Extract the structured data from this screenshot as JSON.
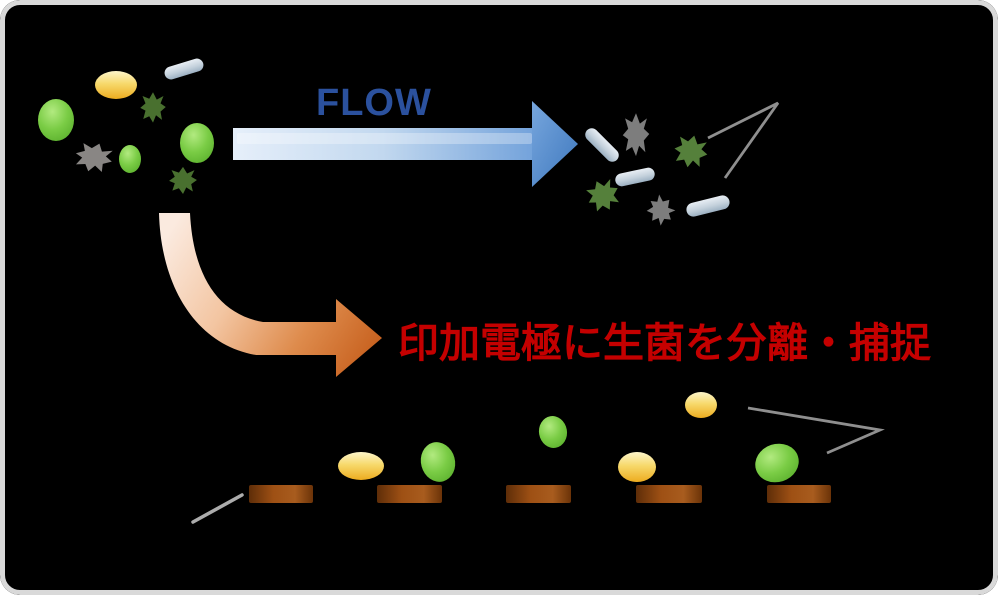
{
  "labels": {
    "flow": "FLOW",
    "caption": "印加電極に生菌を分離・捕捉"
  },
  "colors": {
    "background": "#000000",
    "frame_border": "#D9D9D9",
    "flow_label": "#2B519E",
    "flow_arrow_start": "#E6EFFA",
    "flow_arrow_end": "#4C86C9",
    "capture_arrow_start": "#FBEADF",
    "capture_arrow_end": "#C96422",
    "caption": "#C40000",
    "electrode_brown": "#9E5014",
    "callout_line_gray": "#8F8F8F",
    "live_bacteria_yellow": "#F2B82A",
    "live_bacteria_green": "#7ACC45",
    "damaged_rod_blue_gray": "#B4C3D1",
    "damaged_spiky_gray": "#898684",
    "damaged_spiky_dark_green": "#49702F"
  },
  "counts": {
    "electrodes": 5,
    "captured_live_bacteria": 6
  }
}
